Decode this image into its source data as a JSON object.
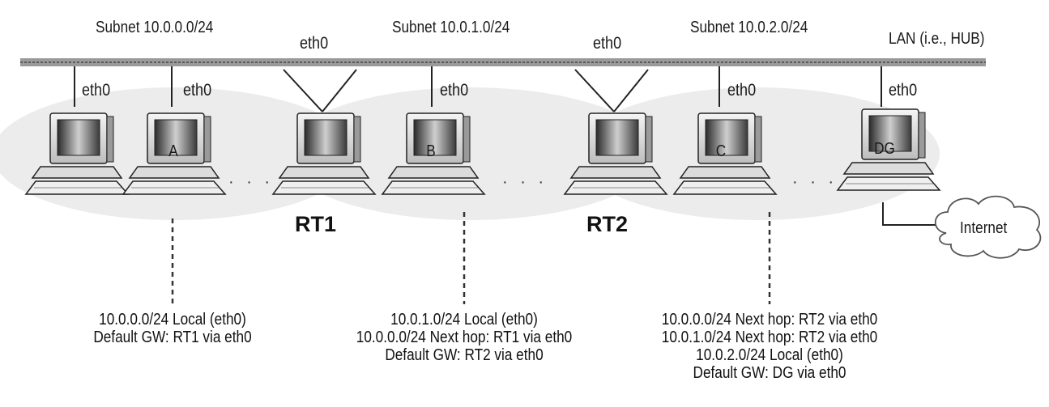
{
  "labels": {
    "subnet0": "Subnet 10.0.0.0/24",
    "subnet1": "Subnet 10.0.1.0/24",
    "subnet2": "Subnet 10.0.2.0/24",
    "lan": "LAN (i.e., HUB)",
    "eth_rt1_top": "eth0",
    "eth_rt2_top": "eth0",
    "eth_h0": "eth0",
    "eth_a": "eth0",
    "eth_b": "eth0",
    "eth_c": "eth0",
    "eth_dg": "eth0",
    "internet": "Internet",
    "ellipsis": "· · ·"
  },
  "hosts": {
    "a": "A",
    "b": "B",
    "c": "C",
    "dg": "DG"
  },
  "routers": {
    "rt1": "RT1",
    "rt2": "RT2"
  },
  "routing_tables": {
    "a": [
      "10.0.0.0/24 Local (eth0)",
      "Default GW: RT1 via eth0"
    ],
    "b": [
      "10.0.1.0/24 Local (eth0)",
      "10.0.0.0/24 Next hop: RT1 via eth0",
      "Default GW: RT2 via eth0"
    ],
    "c": [
      "10.0.0.0/24 Next hop: RT2 via eth0",
      "10.0.1.0/24 Next hop: RT2 via eth0",
      "10.0.2.0/24 Local (eth0)",
      "Default GW: DG via eth0"
    ]
  },
  "colors": {
    "bus": "#9a9a9a",
    "subnet_shade": "#ececec",
    "computer_dark": "#3a3a3a"
  }
}
